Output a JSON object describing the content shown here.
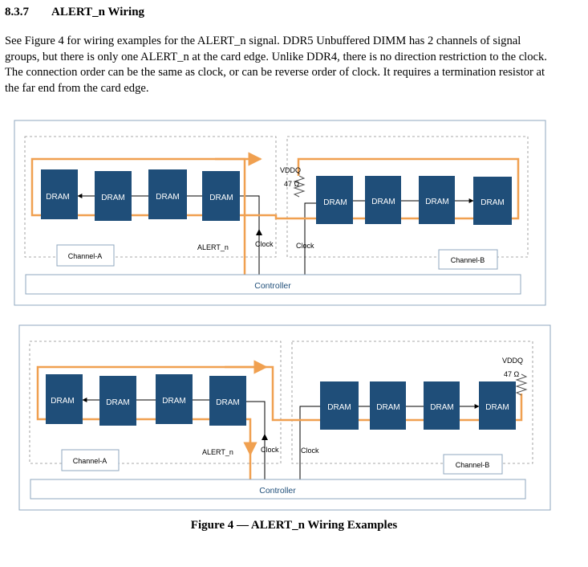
{
  "section": {
    "number": "8.3.7",
    "title": "ALERT_n Wiring"
  },
  "body_text": "See Figure 4 for wiring examples for the ALERT_n signal. DDR5 Unbuffered DIMM has 2 channels of signal groups, but there is only one ALERT_n at the card edge. Unlike DDR4, there is no direction restriction to the clock.  The connection order can be the same as clock, or can be reverse order of clock. It requires a termination resistor at the far end from the card edge.",
  "figure": {
    "caption": "Figure 4 — ALERT_n Wiring Examples",
    "colors": {
      "dram_fill": "#1f4e79",
      "alert_line": "#f0a050",
      "box_border": "#8fa7bf",
      "dashed_border": "#8c8c8c"
    },
    "top_diagram": {
      "dram_label": "DRAM",
      "channel_a_label": "Channel-A",
      "channel_b_label": "Channel-B",
      "controller_label": "Controller",
      "alert_label": "ALERT_n",
      "clock_a_label": "Clock",
      "clock_b_label": "Clock",
      "vddq_label": "VDDQ",
      "resistor_label": "47 Ω"
    },
    "bottom_diagram": {
      "dram_label": "DRAM",
      "channel_a_label": "Channel-A",
      "channel_b_label": "Channel-B",
      "controller_label": "Controller",
      "alert_label": "ALERT_n",
      "clock_a_label": "Clock",
      "clock_b_label": "Clock",
      "vddq_label": "VDDQ",
      "resistor_label": "47 Ω"
    }
  }
}
